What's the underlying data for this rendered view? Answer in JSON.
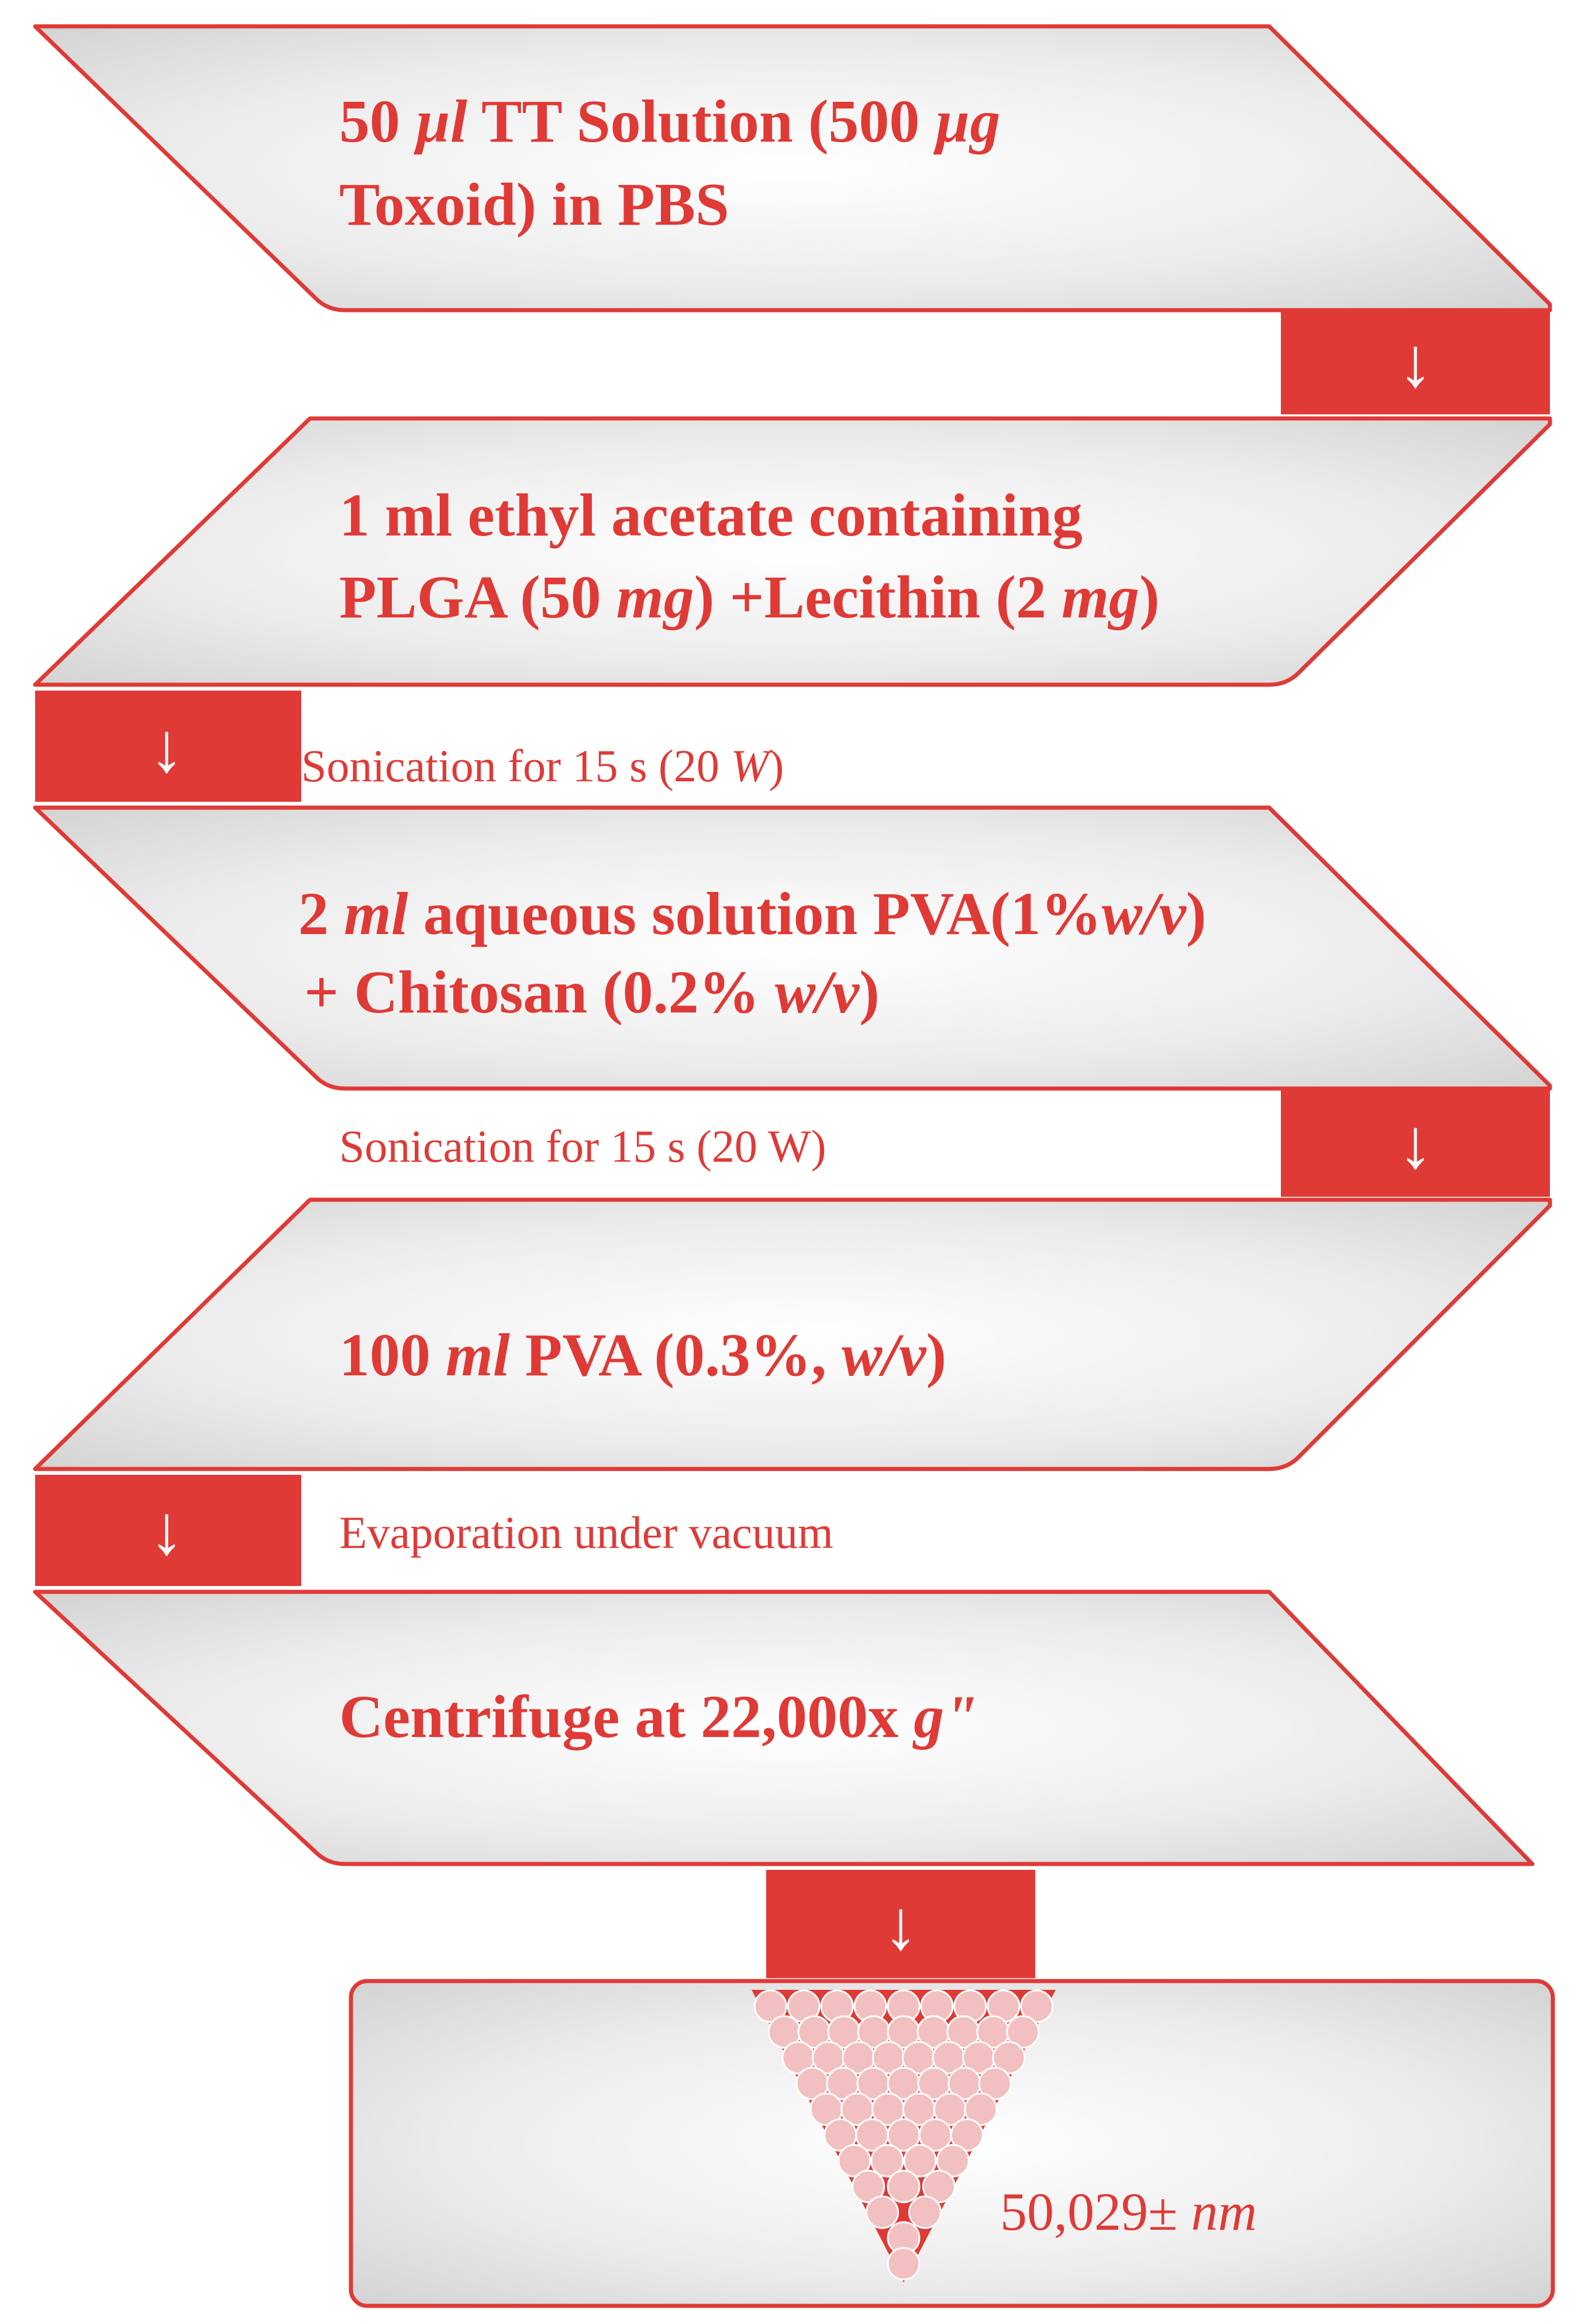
{
  "steps": [
    {
      "line1": {
        "a": "50 ",
        "b": "µl",
        "c": " TT Solution (500 ",
        "d": "µg"
      },
      "line2": "Toxoid) in PBS"
    },
    {
      "line1": "1 ml ethyl acetate containing",
      "line2": {
        "a": "PLGA (50 ",
        "b": "mg",
        "c": ") +Lecithin (2 ",
        "d": "mg",
        "e": ")"
      }
    },
    {
      "line1": {
        "a": "2 ",
        "b": "ml",
        "c": " aqueous solution PVA(1%",
        "d": "w/v",
        "e": ")"
      },
      "line2": {
        "a": "+ Chitosan (0.2% ",
        "b": "w/v",
        "c": ")"
      }
    },
    {
      "line1": {
        "a": "100 ",
        "b": "ml",
        "c": " PVA (0.3%, ",
        "d": "w/v",
        "e": ")"
      }
    },
    {
      "line1": {
        "a": "Centrifuge at 22,000x ",
        "b": "g\""
      }
    }
  ],
  "connectors": [
    {
      "label": ""
    },
    {
      "label": {
        "a": "Sonication for 15 s (20 ",
        "b": "W",
        "c": ")"
      }
    },
    {
      "label": "Sonication for 15 s (20 W)"
    },
    {
      "label": "Evaporation under vacuum"
    },
    {
      "label": ""
    }
  ],
  "arrow_glyph": "↓",
  "result": {
    "a": "50,029± ",
    "b": "nm"
  },
  "colors": {
    "accent": "#e03a36",
    "panel_light": "#ffffff",
    "panel_dark": "#d2d2d2",
    "pellet_fill": "#f2c0c0"
  }
}
